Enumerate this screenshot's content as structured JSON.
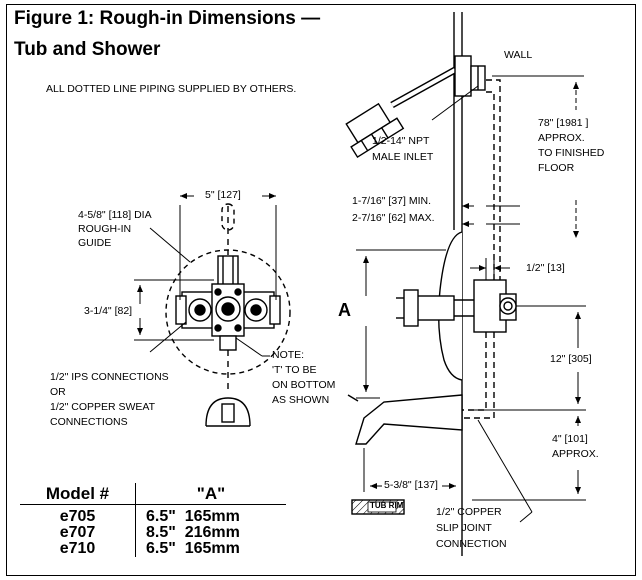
{
  "figure": {
    "title_line1": "Figure 1: Rough-in Dimensions —",
    "title_line2": "Tub and Shower",
    "note_piping": "ALL DOTTED LINE PIPING SUPPLIED BY OTHERS."
  },
  "left_view": {
    "dim_width": "5\" [127]",
    "guide_line1": "4-5/8\" [118] DIA",
    "guide_line2": "ROUGH-IN",
    "guide_line3": "GUIDE",
    "dim_height": "3-1/4\" [82]",
    "conn_line1": "1/2\" IPS CONNECTIONS",
    "conn_line2": "OR",
    "conn_line3": "1/2\" COPPER SWEAT",
    "conn_line4": "CONNECTIONS",
    "note_line1": "NOTE:",
    "note_line2": "'T' TO BE",
    "note_line3": "ON BOTTOM",
    "note_line4": "AS SHOWN"
  },
  "right_view": {
    "wall": "WALL",
    "inlet_line1": "1/2-14\" NPT",
    "inlet_line2": "MALE INLET",
    "head_line1": "78\" [1981 ]",
    "head_line2": "APPROX.",
    "head_line3": "TO FINISHED",
    "head_line4": "FLOOR",
    "depth_line1": "1-7/16\" [37] MIN.",
    "depth_line2": "2-7/16\" [62] MAX.",
    "dim_half": "1/2\" [13]",
    "dim_a": "A",
    "dim_12": "12\" [305]",
    "dim_4_line1": "4\" [101]",
    "dim_4_line2": "APPROX.",
    "dim_spout": "5-3/8\" [137]",
    "tub_rim": "TUB RIM",
    "slip_line1": "1/2\" COPPER",
    "slip_line2": "SLIP JOINT",
    "slip_line3": "CONNECTION"
  },
  "model_table": {
    "headers": [
      "Model #",
      "\"A\""
    ],
    "rows": [
      [
        "e705",
        "6.5\"  165mm"
      ],
      [
        "e707",
        "8.5\"  216mm"
      ],
      [
        "e710",
        "6.5\"  165mm"
      ]
    ]
  }
}
